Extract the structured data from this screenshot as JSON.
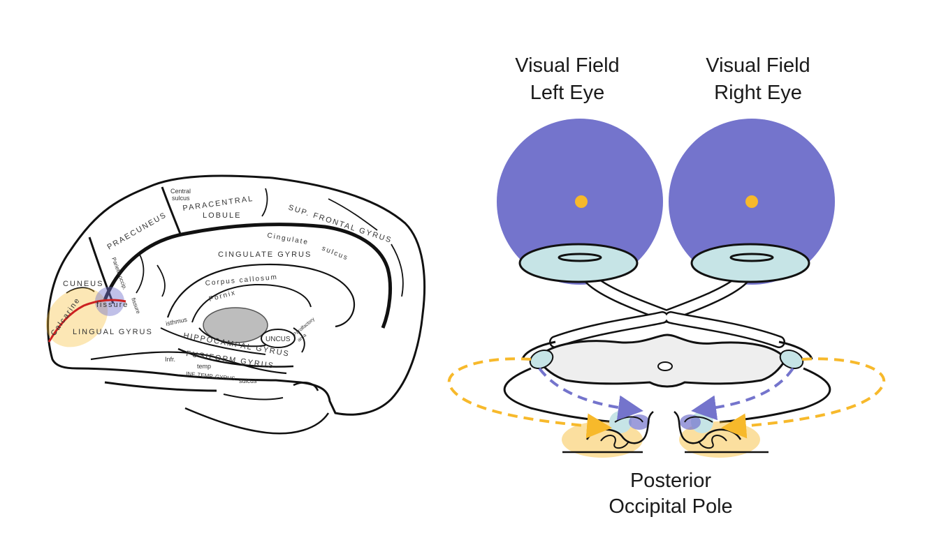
{
  "captions": {
    "left_eye": [
      "Visual Field",
      "Left Eye"
    ],
    "right_eye": [
      "Visual Field",
      "Right Eye"
    ],
    "bottom": [
      "Posterior",
      "Occipital Pole"
    ]
  },
  "brain_labels": {
    "central_sulcus": [
      "Central",
      "sulcus"
    ],
    "paracentral": [
      "PARACENTRAL",
      "LOBULE"
    ],
    "sup_frontal": "SUP. FRONTAL GYRUS",
    "praecuneus": "PRAECUNEUS",
    "parieto_occip": "Parieto-occip.",
    "cingulate_sulcus": [
      "Cingulate",
      "sulcus"
    ],
    "cingulate_gyrus": "CINGULATE GYRUS",
    "corpus_callosum": "Corpus callosum",
    "fornix": "Fornix",
    "cuneus": "CUNEUS",
    "calcarine": "Calcarine",
    "fissure": "fissure",
    "fissure_small": "fissure",
    "lingual": "LINGUAL GYRUS",
    "isthmus": "isthmus",
    "hippocampal": "HIPPOCAMPAL GYRUS",
    "uncus": "UNCUS",
    "parolfactory": [
      "Parolfactory",
      "area"
    ],
    "fusiform": "FUSIFORM GYRUS",
    "infr": "Infr.",
    "temp": "temp",
    "sulcus": "sulcus",
    "inf_temp_gyrus": "INF. TEMP. GYRUS"
  },
  "colors": {
    "field": "#7474cc",
    "fovea": "#f7b92b",
    "eye": "#c6e4e6",
    "purple_path": "#7474cc",
    "yellow_path": "#f7b92b",
    "calcarine_line": "#cc2222"
  }
}
